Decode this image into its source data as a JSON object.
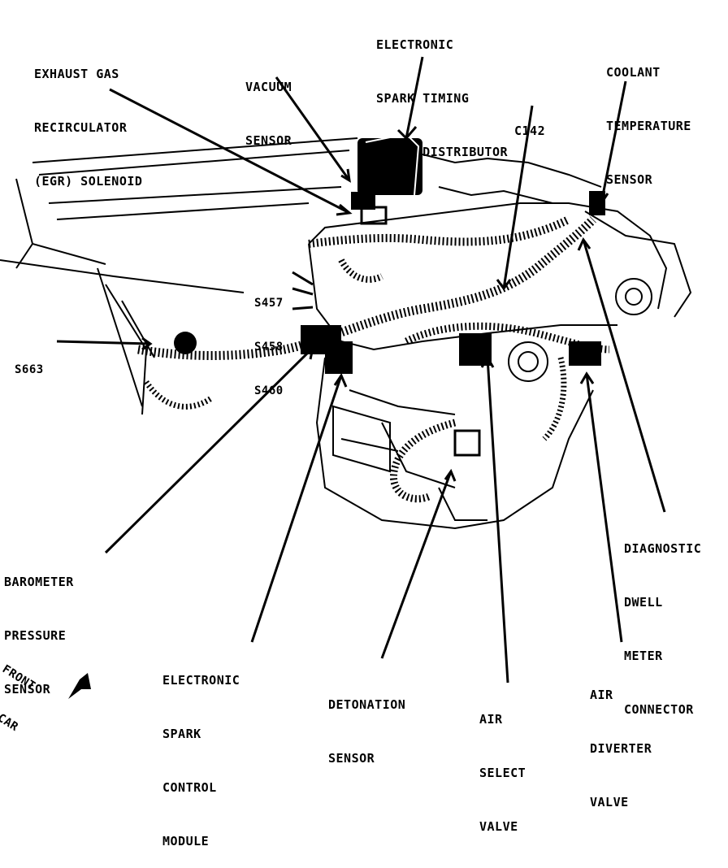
{
  "labels": {
    "est": [
      "ELECTRONIC",
      "SPARK TIMING",
      "(EST) DISTRIBUTOR"
    ],
    "egr": [
      "EXHAUST GAS",
      "RECIRCULATOR",
      "(EGR) SOLENOID"
    ],
    "vacuum": [
      "VACUUM",
      "SENSOR"
    ],
    "coolant": [
      "COOLANT",
      "TEMPERATURE",
      "SENSOR"
    ],
    "c142": "C142",
    "splices": [
      "S457",
      "S458",
      "S460"
    ],
    "s663": "S663",
    "diagnostic": [
      "DIAGNOSTIC",
      "DWELL",
      "METER",
      "CONNECTOR"
    ],
    "barometer": [
      "BAROMETER",
      "PRESSURE",
      "SENSOR"
    ],
    "escm": [
      "ELECTRONIC",
      "SPARK",
      "CONTROL",
      "MODULE"
    ],
    "detonation": [
      "DETONATION",
      "SENSOR"
    ],
    "air_select": [
      "AIR",
      "SELECT",
      "VALVE"
    ],
    "air_diverter": [
      "AIR",
      "DIVERTER",
      "VALVE"
    ],
    "front": [
      "FRONT",
      "OF CAR"
    ]
  }
}
